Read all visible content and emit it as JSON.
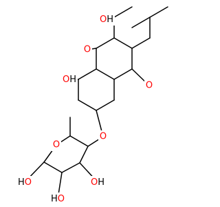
{
  "labels": {
    "hydroxyl": "OH",
    "hydroxyl_left": "HO",
    "carbonyl_oxygen": "O",
    "ring_oxygen": "O",
    "ether_oxygen": "O"
  },
  "colors": {
    "bond": "#000000",
    "oxygen": "#ff0000",
    "hydroxyl_hydrogen": "#000000",
    "background": "#ffffff"
  }
}
